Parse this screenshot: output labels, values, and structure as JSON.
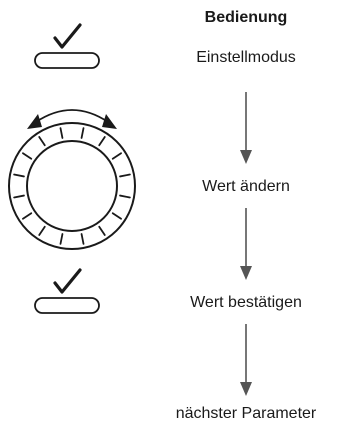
{
  "title": "Bedienung",
  "steps": [
    {
      "label": "Einstellmodus",
      "icon": "confirm-button-icon"
    },
    {
      "label": "Wert ändern",
      "icon": "rotary-knob-icon"
    },
    {
      "label": "Wert bestätigen",
      "icon": "confirm-button-icon"
    },
    {
      "label": "nächster Parameter"
    }
  ],
  "colors": {
    "ink": "#1a1a1a",
    "arrow": "#555555"
  }
}
